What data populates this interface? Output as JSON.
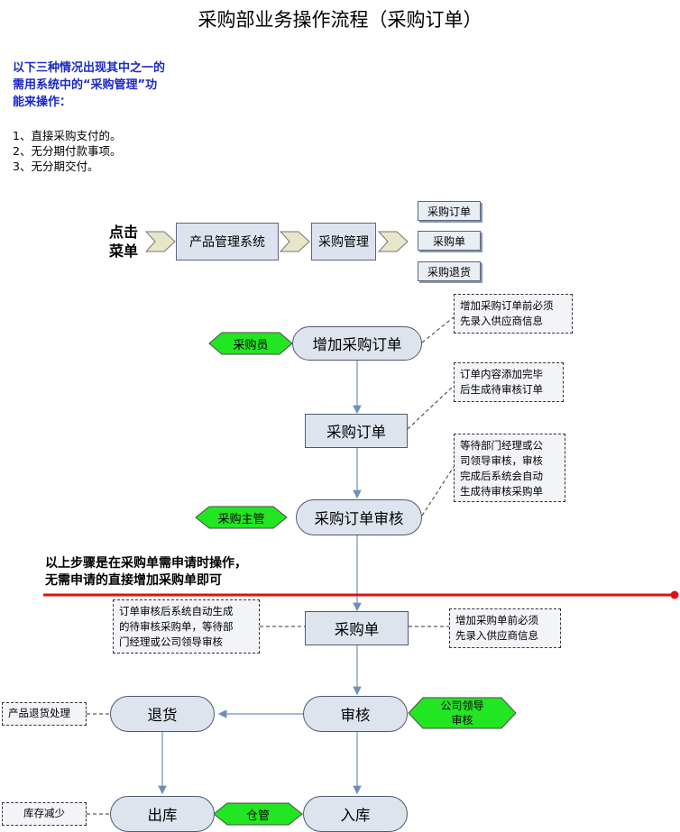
{
  "title": "采购部业务操作流程（采购订单）",
  "intro": [
    "以下三种情况出现其中之一的",
    "需用系统中的“采购管理”功",
    "能来操作："
  ],
  "conditions": [
    "1、直接采购支付的。",
    "2、无分期付款事项。",
    "3、无分期交付。"
  ],
  "menu": {
    "start": [
      "点击",
      "菜单"
    ],
    "system": "产品管理系统",
    "module": "采购管理",
    "items": [
      "采购订单",
      "采购单",
      "采购退货"
    ]
  },
  "flow": {
    "add_order": "增加采购订单",
    "order": "采购订单",
    "order_review": "采购订单审核",
    "purchase": "采购单",
    "review": "审核",
    "return": "退货",
    "outbound": "出库",
    "inbound": "入库"
  },
  "roles": {
    "buyer": "采购员",
    "supervisor": "采购主管",
    "leader": [
      "公司领导",
      "审核"
    ],
    "warehouse": "仓管"
  },
  "notes": {
    "add_order": [
      "增加采购订单前必须",
      "先录入供应商信息"
    ],
    "order": [
      "订单内容添加完毕",
      "后生成待审核订单"
    ],
    "review_wait": [
      "等待部门经理或公",
      "司领导审核，审核",
      "完成后系统会自动",
      "生成待审核采购单"
    ],
    "auto_gen": [
      "订单审核后系统自动生成",
      "的待审核采购单，等待部",
      "门经理或公司领导审核"
    ],
    "add_purchase": [
      "增加采购单前必须",
      "先录入供应商信息"
    ],
    "return_handling": "产品退货处理",
    "stock_decrease": "库存减少"
  },
  "separator_note": [
    "以上步骤是在采购单需申请时操作，",
    "无需申请的直接增加采购单即可"
  ],
  "colors": {
    "role_fill": "#22e622",
    "separator": "#e01010",
    "arrow": "#6f8fb8",
    "intro_text": "#1a28c8"
  }
}
